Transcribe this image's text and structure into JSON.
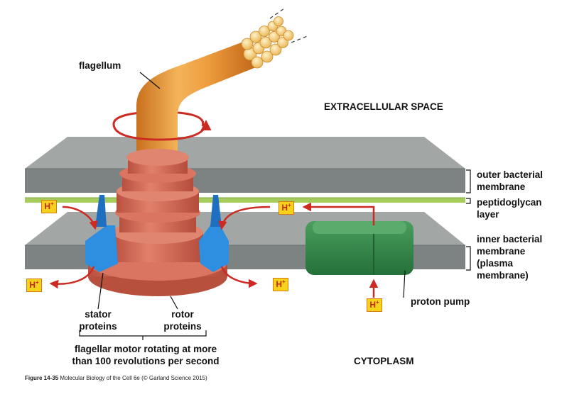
{
  "labels": {
    "flagellum": "flagellum",
    "extracellular_space": "EXTRACELLULAR SPACE",
    "outer_membrane_1": "outer bacterial",
    "outer_membrane_2": "membrane",
    "peptidoglycan_1": "peptidoglycan",
    "peptidoglycan_2": "layer",
    "inner_membrane_1": "inner bacterial",
    "inner_membrane_2": "membrane",
    "inner_membrane_3": "(plasma",
    "inner_membrane_4": "membrane)",
    "proton_pump": "proton pump",
    "stator_1": "stator",
    "stator_2": "proteins",
    "rotor_1": "rotor",
    "rotor_2": "proteins",
    "motor_line1": "flagellar motor rotating at more",
    "motor_line2": "than 100 revolutions per second",
    "cytoplasm": "CYTOPLASM"
  },
  "proton": {
    "symbol": "H",
    "charge": "+"
  },
  "caption": {
    "figure": "Figure 14-35",
    "text": "Molecular Biology of the Cell 6e (© Garland Science 2015)"
  },
  "colors": {
    "membrane_top": "#a2a7a5",
    "membrane_front": "#7c8382",
    "peptidoglycan": "#a5cc5c",
    "flagellum": "#eb9a3c",
    "rotor": "#d46a56",
    "stator": "#2e8ee0",
    "proton_pump": "#2f8a48",
    "arrow": "#cc2a22",
    "proton_box": "#f6d21a"
  }
}
